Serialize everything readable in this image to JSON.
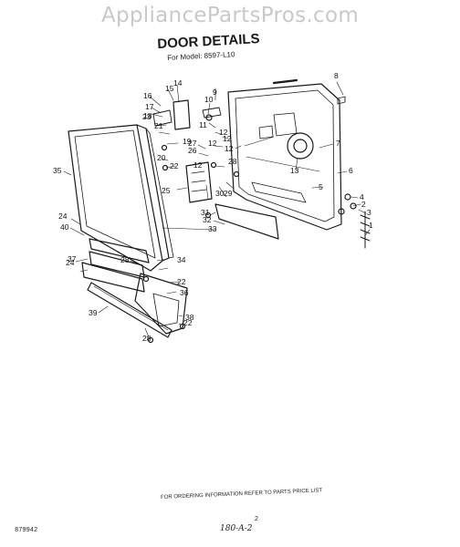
{
  "watermark": "AppliancePartsPros.com",
  "title": "DOOR DETAILS",
  "subtitle": "For Model: 8597-L10",
  "footer_note": "FOR ORDERING INFORMATION REFER TO PARTS PRICE LIST",
  "page_number": "2",
  "doc_number": "879942",
  "handwritten_code": "180-A-2",
  "callouts": [
    "1",
    "2",
    "3",
    "4",
    "5",
    "6",
    "7",
    "8",
    "9",
    "10",
    "11",
    "12",
    "12",
    "12",
    "12",
    "12",
    "13",
    "14",
    "15",
    "16",
    "17",
    "18",
    "19",
    "20",
    "21",
    "22",
    "22",
    "22",
    "23",
    "24",
    "24",
    "25",
    "26",
    "27",
    "28",
    "28",
    "28",
    "29",
    "30",
    "31",
    "32",
    "33",
    "34",
    "35",
    "36",
    "37",
    "38",
    "39",
    "40"
  ]
}
